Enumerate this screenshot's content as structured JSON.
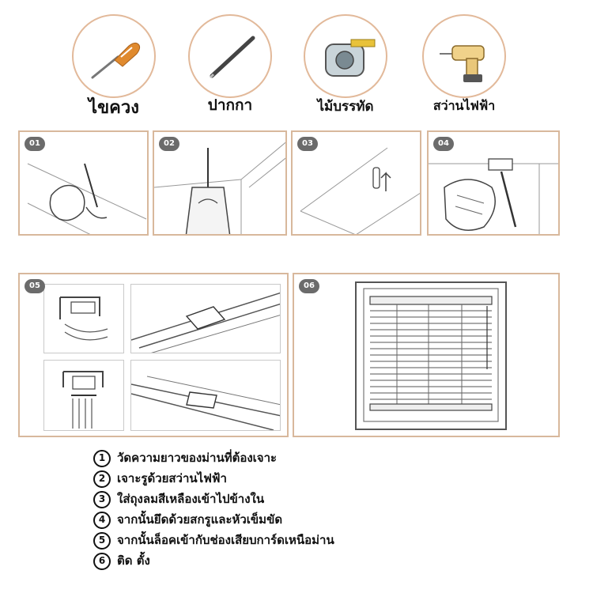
{
  "tools": [
    {
      "label": "ไขควง",
      "icon": "screwdriver-icon"
    },
    {
      "label": "ปากกา",
      "icon": "pen-icon"
    },
    {
      "label": "ไม้บรรทัด",
      "icon": "tape-measure-icon"
    },
    {
      "label": "สว่านไฟฟ้า",
      "icon": "electric-drill-icon"
    }
  ],
  "panels": [
    {
      "badge": "01"
    },
    {
      "badge": "02"
    },
    {
      "badge": "03"
    },
    {
      "badge": "04"
    },
    {
      "badge": "05"
    },
    {
      "badge": "06"
    }
  ],
  "steps": [
    {
      "num": "1",
      "text": "วัดความยาวของม่านที่ต้องเจาะ"
    },
    {
      "num": "2",
      "text": "เจาะรูด้วยสว่านไฟฟ้า"
    },
    {
      "num": "3",
      "text": "ใส่ถุงลมสีเหลืองเข้าไปข้างใน"
    },
    {
      "num": "4",
      "text": "จากนั้นยึดด้วยสกรูและหัวเข็มขัด"
    },
    {
      "num": "5",
      "text": "จากนั้นล็อคเข้ากับช่องเสียบการ์ดเหนือม่าน"
    },
    {
      "num": "6",
      "text": "ติด ตั้ง"
    }
  ],
  "colors": {
    "circle_border": "#e2b99a",
    "panel_border": "#d8b89c",
    "badge_bg": "#6b6b6b"
  }
}
